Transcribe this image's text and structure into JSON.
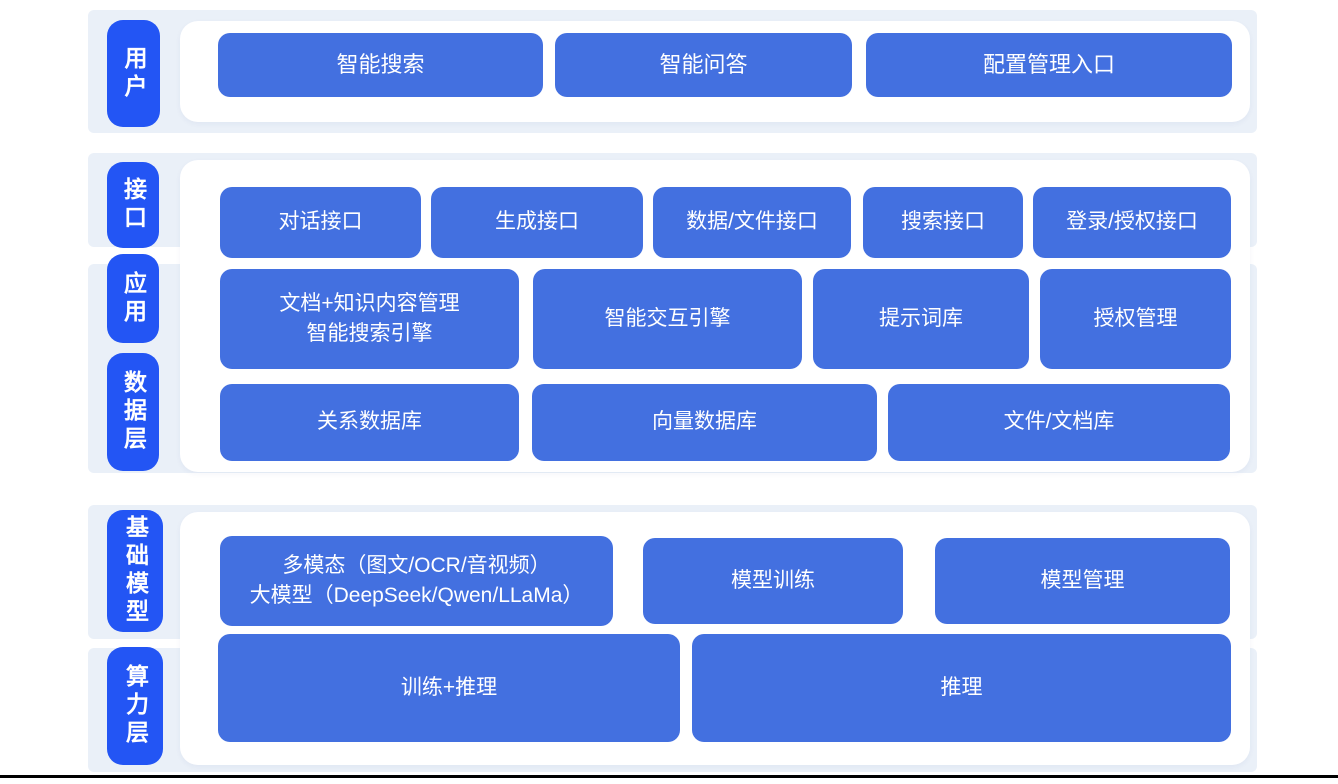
{
  "colors": {
    "band_bg": "#eaf0f8",
    "label_blue": "#2355f4",
    "node_blue": "#4370e0",
    "panel_bg": "#ffffff",
    "text_color": "#ffffff",
    "divider": "#000000"
  },
  "bands": [
    {
      "side_labels": [
        {
          "text": "用户"
        }
      ],
      "rows": [
        {
          "buttons": [
            {
              "label": "智能搜索"
            },
            {
              "label": "智能问答"
            },
            {
              "label": "配置管理入口"
            }
          ]
        }
      ]
    },
    {
      "side_labels": [
        {
          "text": "接口"
        },
        {
          "text": "应用"
        },
        {
          "text": "数据层"
        }
      ],
      "rows": [
        {
          "buttons": [
            {
              "label": "对话接口"
            },
            {
              "label": "生成接口"
            },
            {
              "label": "数据/文件接口"
            },
            {
              "label": "搜索接口"
            },
            {
              "label": "登录/授权接口"
            }
          ]
        },
        {
          "buttons": [
            {
              "label": "文档+知识内容管理\n智能搜索引擎"
            },
            {
              "label": "智能交互引擎"
            },
            {
              "label": "提示词库"
            },
            {
              "label": "授权管理"
            }
          ]
        },
        {
          "buttons": [
            {
              "label": "关系数据库"
            },
            {
              "label": "向量数据库"
            },
            {
              "label": "文件/文档库"
            }
          ]
        }
      ]
    },
    {
      "side_labels": [
        {
          "text": "基础模型"
        },
        {
          "text": "算力层"
        }
      ],
      "rows": [
        {
          "buttons": [
            {
              "label": "多模态（图文/OCR/音视频）\n大模型（DeepSeek/Qwen/LLaMa）"
            },
            {
              "label": "模型训练"
            },
            {
              "label": "模型管理"
            }
          ]
        },
        {
          "buttons": [
            {
              "label": "训练+推理"
            },
            {
              "label": "推理"
            }
          ]
        }
      ]
    }
  ]
}
